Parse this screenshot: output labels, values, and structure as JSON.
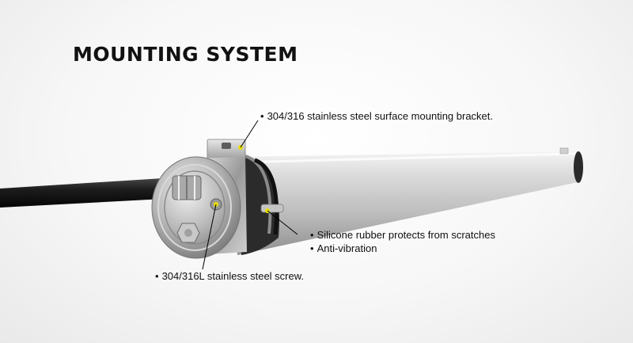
{
  "title": "MOUNTING SYSTEM",
  "callouts": {
    "bracket": "304/316 stainless steel surface mounting bracket.",
    "rubber": "Silicone rubber protects from scratches",
    "vibration": "Anti-vibration",
    "screw": "304/316L stainless steel screw."
  },
  "colors": {
    "marker": "#e8e000",
    "cable": "#1a1a1a",
    "rubber": "#1e1e1e"
  }
}
